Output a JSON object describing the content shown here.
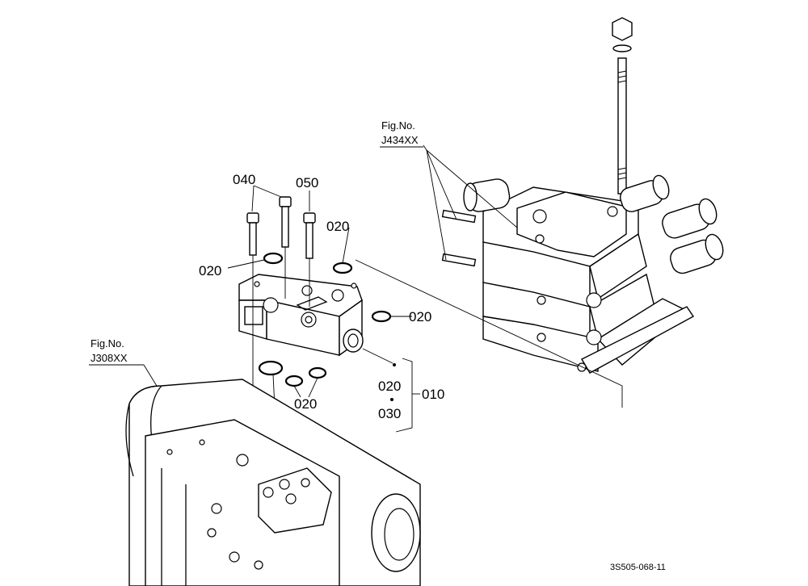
{
  "fig_refs": {
    "upper": {
      "line1": "Fig.No.",
      "line2": "J434XX"
    },
    "lower": {
      "line1": "Fig.No.",
      "line2": "J308XX"
    }
  },
  "callouts": {
    "c040": "040",
    "c050": "050",
    "c020_top_right": "020",
    "c020_left": "020",
    "c020_right": "020",
    "c020_group": "020",
    "c030_group": "030",
    "c010": "010",
    "c030_bottom": "030",
    "c020_bottom": "020"
  },
  "drawing_code": "3S505-068-11"
}
